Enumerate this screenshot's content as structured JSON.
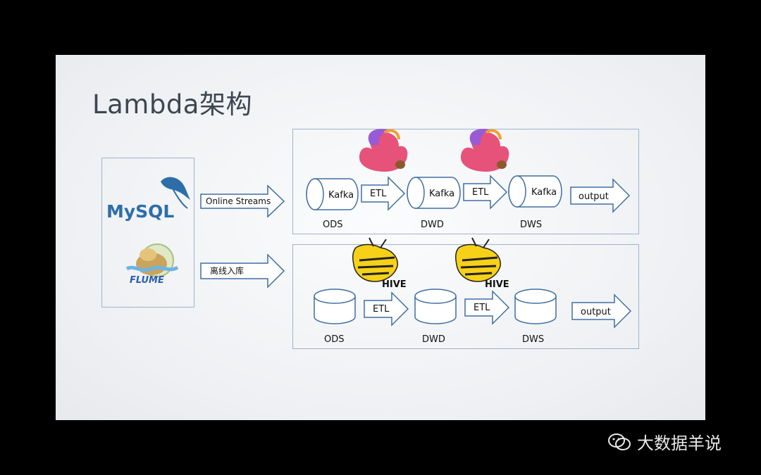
{
  "title": "Lambda架构",
  "sources": {
    "mysql": "MySQL",
    "flume": "FLUME"
  },
  "arrows": {
    "online": "Online Streams",
    "offline": "离线入库"
  },
  "stream": {
    "store": "Kafka",
    "etl": "ETL",
    "output": "output",
    "layers": [
      "ODS",
      "DWD",
      "DWS"
    ]
  },
  "batch": {
    "etl": "ETL",
    "output": "output",
    "layers": [
      "ODS",
      "DWD",
      "DWS"
    ],
    "engine": "HIVE"
  },
  "watermark": "大数据羊说",
  "colors": {
    "box_border": "#9db4cf",
    "arrow_stroke": "#3f6ea3",
    "mysql_blue": "#2d6ea8",
    "mysql_orange": "#e48e00",
    "hive_yellow": "#f7d117"
  }
}
